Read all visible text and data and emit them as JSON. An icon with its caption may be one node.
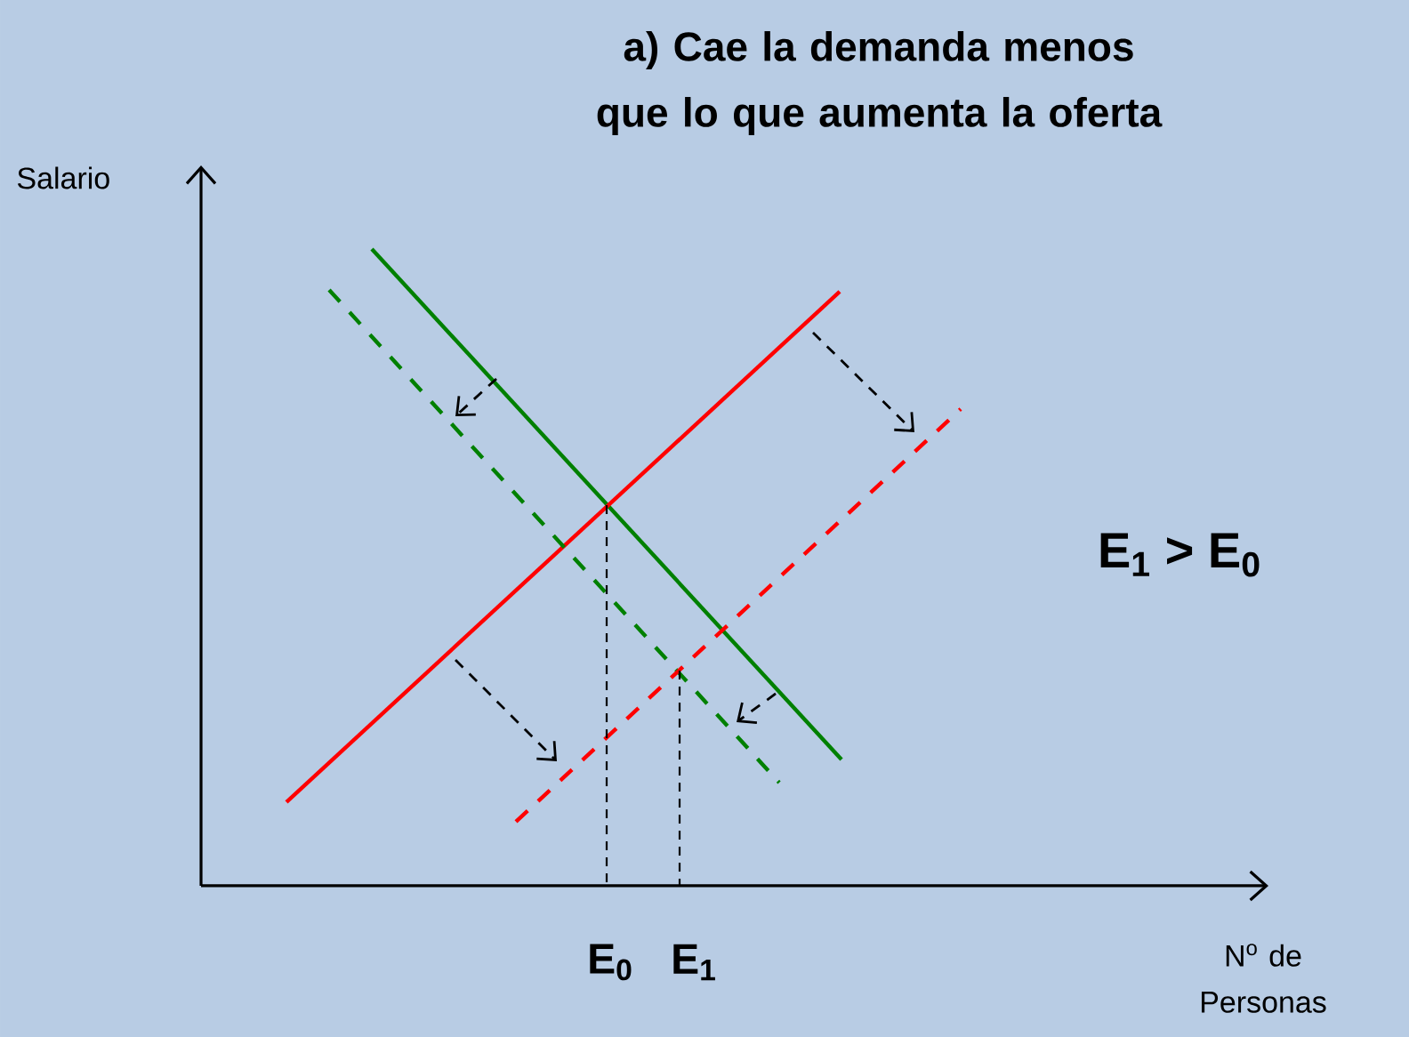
{
  "diagram": {
    "title": "a) Cae la demanda menos que lo que aumenta la oferta",
    "labels": [
      "Salario",
      "E$_{1}$ > E$_{0}$",
      "E$_{0}$",
      "E$_{1}$",
      "N$^{o}$ de Personas"
    ]
  }
}
